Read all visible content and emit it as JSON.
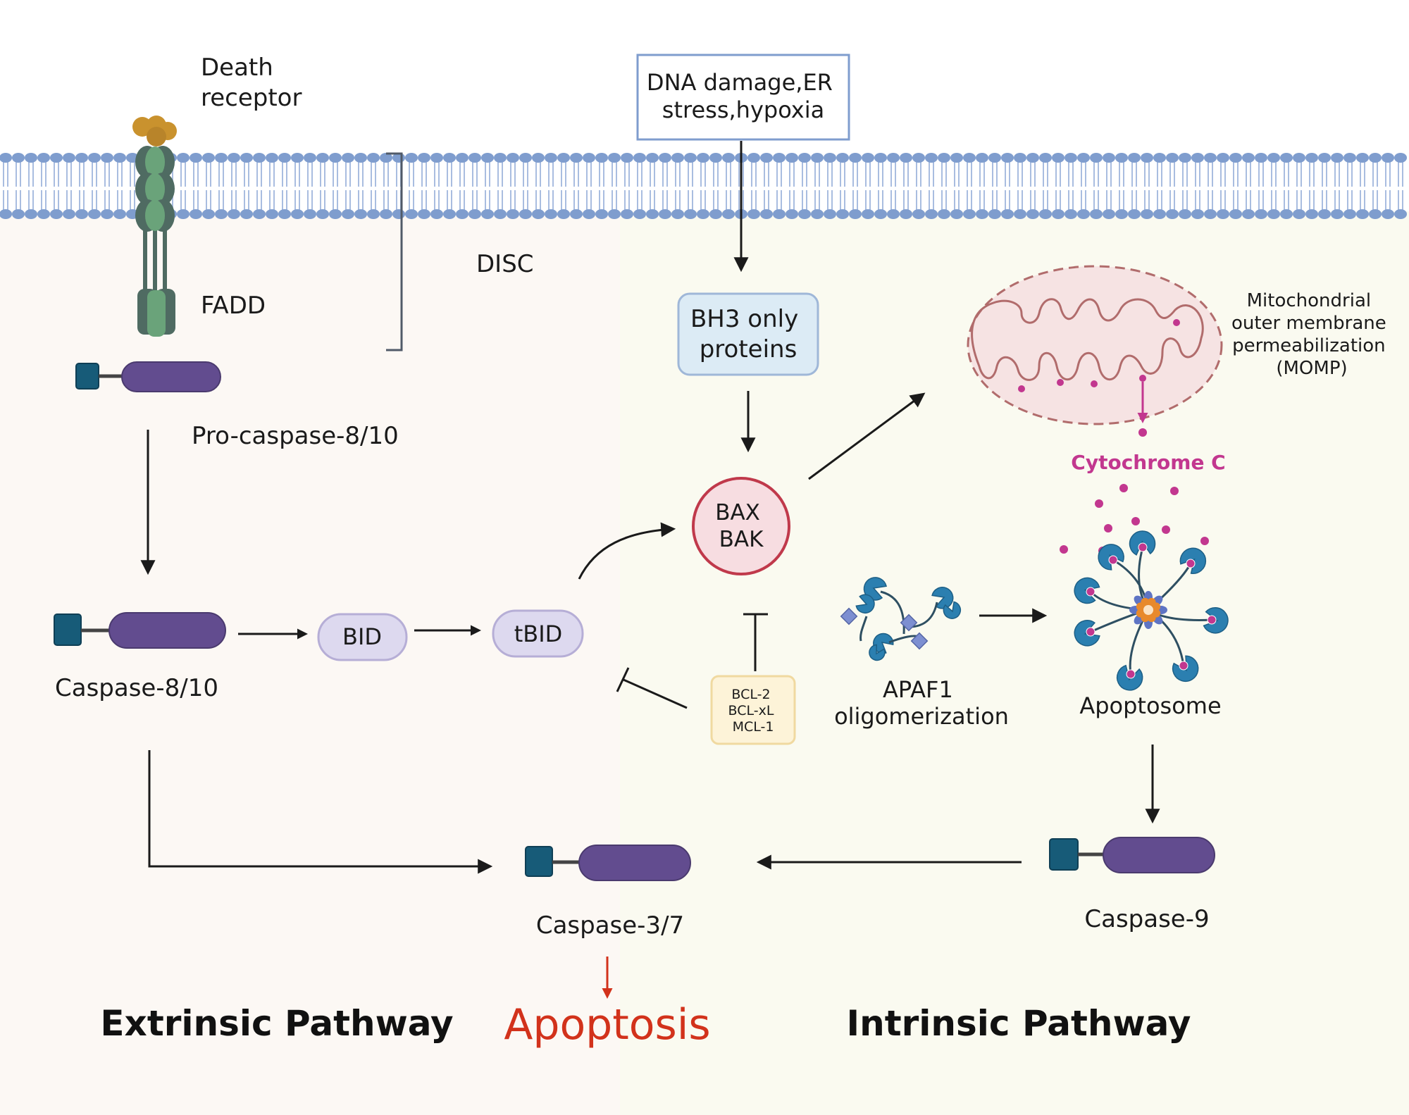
{
  "labels": {
    "death_receptor": [
      "Death",
      "receptor"
    ],
    "fadd": "FADD",
    "disc": "DISC",
    "pro_caspase": "Pro-caspase-8/10",
    "caspase_8_10": "Caspase-8/10",
    "bid": "BID",
    "tbid": "tBID",
    "stress": [
      "DNA damage,ER",
      "stress,hypoxia"
    ],
    "bh3": [
      "BH3 only",
      "proteins"
    ],
    "bax_bak": [
      "BAX",
      "BAK"
    ],
    "bcl": [
      "BCL-2",
      "BCL-xL",
      "MCL-1"
    ],
    "apaf1": [
      "APAF1",
      "oligomerization"
    ],
    "momp": [
      "Mitochondrial",
      "outer membrane",
      "permeabilization",
      "(MOMP)"
    ],
    "cytochrome_c": "Cytochrome C",
    "apoptosome": "Apoptosome",
    "caspase_9": "Caspase-9",
    "caspase_3_7": "Caspase-3/7",
    "apoptosis": "Apoptosis",
    "extrinsic": "Extrinsic Pathway",
    "intrinsic": "Intrinsic Pathway"
  },
  "colors": {
    "membrane_head": "#7f9dce",
    "membrane_tail": "#a9bde0",
    "receptor_dark": "#4f6b62",
    "receptor_light": "#6aa37a",
    "ligand": "#c9922e",
    "caspase_body": "#624c8f",
    "caspase_head": "#175b78",
    "bid_fill": "#ddd9ef",
    "bh3_fill": "#dcebf5",
    "bax_fill": "#f7dde1",
    "bax_stroke": "#c0394b",
    "bcl_fill": "#fdf3d8",
    "mito_fill": "#f6e3e3",
    "mito_stroke": "#b16c6c",
    "cyto": "#c2378f",
    "apaf": "#2b7fb0",
    "apoptosis_red": "#d2321b",
    "bg_left": "#fcf8f4",
    "bg_right": "#fafaf0"
  }
}
